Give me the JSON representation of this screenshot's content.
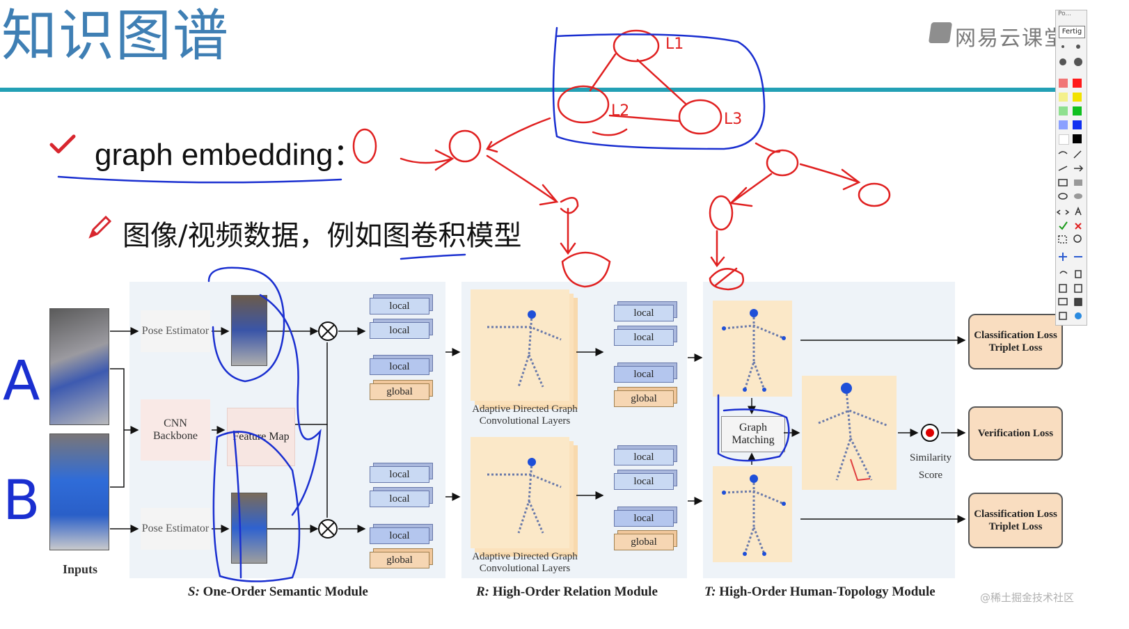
{
  "slide": {
    "title": "知识图谱",
    "brand": "网易云课堂",
    "bullet1": "graph embedding：",
    "bullet2": "图像/视频数据，例如图卷积模型",
    "check_icon": "check-icon",
    "pencil_icon": "pencil-icon"
  },
  "figure": {
    "inputs_label": "Inputs",
    "pose_estimator": "Pose Estimator",
    "cnn_backbone": "CNN Backbone",
    "feature_map": "Feature Map",
    "local": "local",
    "global": "global",
    "adaptive": "Adaptive Directed Graph Convolutional Layers",
    "graph_matching": "Graph Matching",
    "similarity": "Similarity Score",
    "loss_cls": "Classification Loss Triplet Loss",
    "loss_ver": "Verification Loss",
    "caption_s_letter": "S:",
    "caption_s": "One-Order Semantic Module",
    "caption_r_letter": "R:",
    "caption_r": "High-Order Relation Module",
    "caption_t_letter": "T:",
    "caption_t": "High-Order Human-Topology Module"
  },
  "annotations": {
    "labels": [
      "L1",
      "L2",
      "L3"
    ],
    "letters": [
      "A",
      "B"
    ]
  },
  "toolbar": {
    "tab1": "Po...",
    "tab2": "Fertig"
  },
  "watermark": "@稀土掘金技术社区",
  "colors": {
    "title": "#3f7fb4",
    "rule": "#23a0b5",
    "ink_red": "#e02020",
    "ink_blue": "#1a2fd0",
    "loss_fill": "#f9ddc0"
  }
}
